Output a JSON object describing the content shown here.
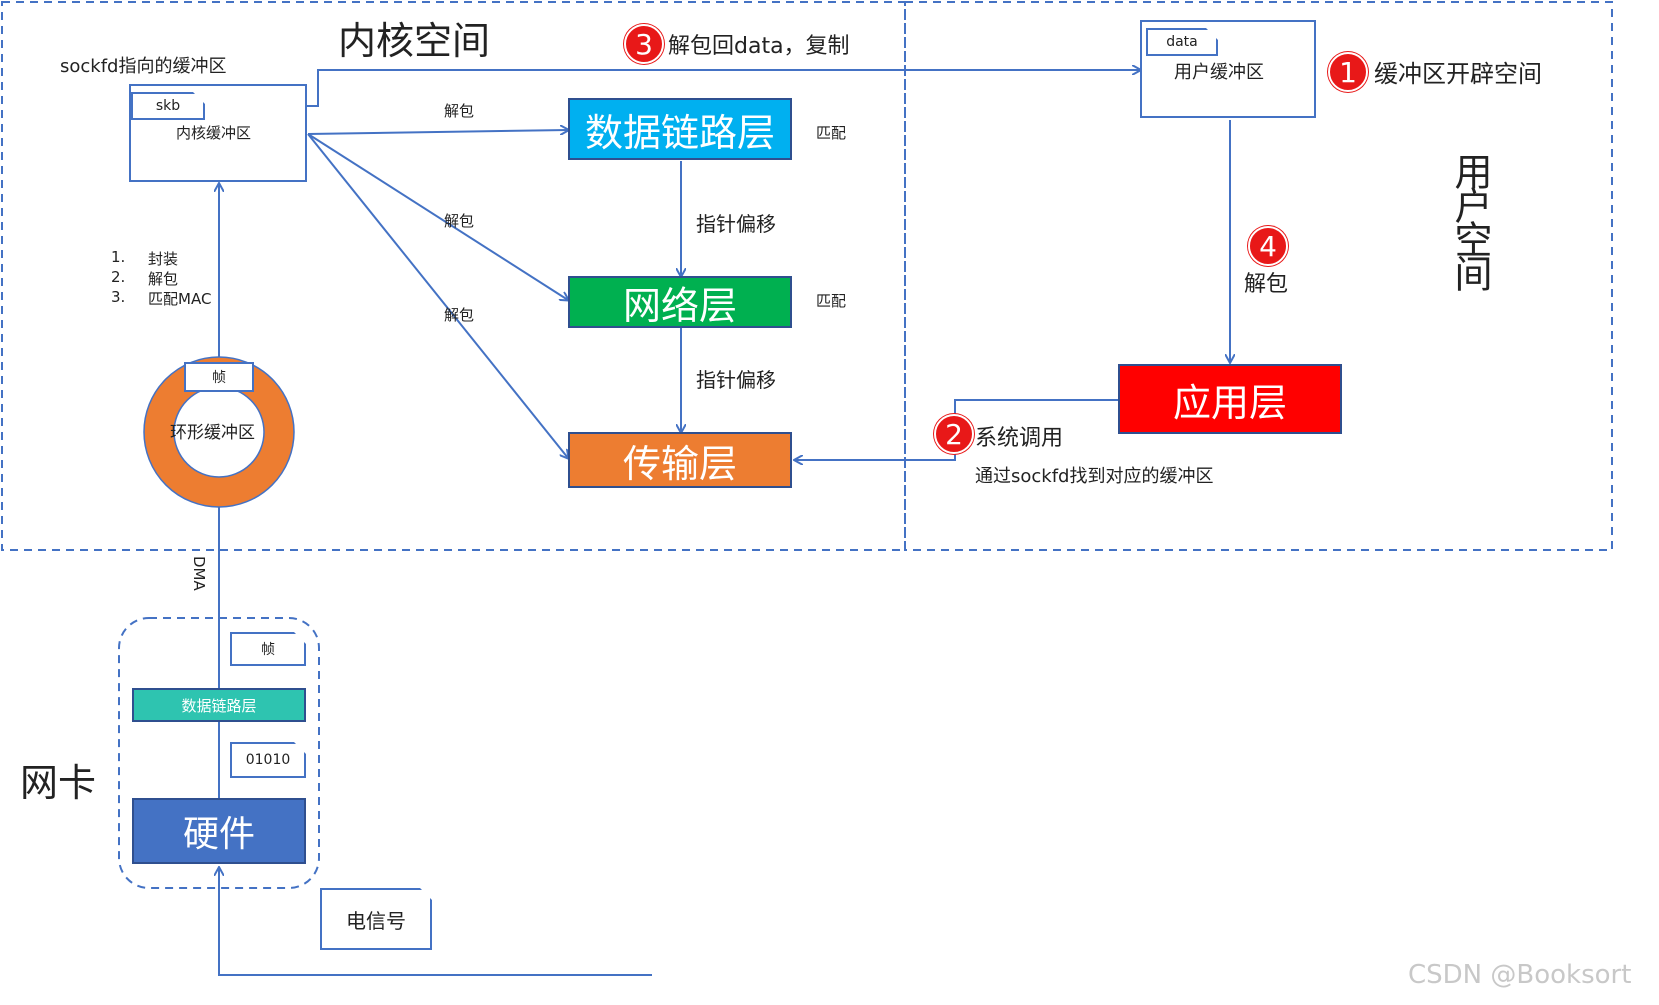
{
  "regions": {
    "kernel_title": "内核空间",
    "user_title": "用户空间",
    "nic_title": "网卡"
  },
  "kernel_buffer": {
    "caption": "sockfd指向的缓冲区",
    "tag": "skb",
    "label": "内核缓冲区"
  },
  "steps_list": [
    "1.",
    "封装",
    "2.",
    "解包",
    "3.",
    "匹配MAC"
  ],
  "ring_buffer": {
    "label": "环形缓冲区",
    "tag": "帧"
  },
  "dma_label": "DMA",
  "nic": {
    "frame_tag": "帧",
    "link_layer": "数据链路层",
    "bits_tag": "01010",
    "hardware": "硬件"
  },
  "signal_label": "电信号",
  "layers": {
    "data_link": "数据链路层",
    "network": "网络层",
    "transport": "传输层",
    "application": "应用层"
  },
  "colors": {
    "data_link": "#00b0f0",
    "network": "#00b050",
    "transport": "#ed7d31",
    "application": "#ff0000",
    "hardware": "#4472c4",
    "nic_link": "#2ec4b0",
    "ring": "#ed7d31",
    "line": "#4472c4",
    "badge": "#e81818"
  },
  "edge_labels": {
    "unpack1": "解包",
    "unpack2": "解包",
    "unpack3": "解包",
    "match1": "匹配",
    "match2": "匹配",
    "offset1": "指针偏移",
    "offset2": "指针偏移"
  },
  "user_buffer": {
    "tag": "data",
    "label": "用户缓冲区"
  },
  "steps": {
    "s1_num": "1",
    "s1_text": "缓冲区开辟空间",
    "s2_num": "2",
    "s2_text": "系统调用",
    "s2_sub": "通过sockfd找到对应的缓冲区",
    "s3_num": "3",
    "s3_text": "解包回data，复制",
    "s4_num": "4",
    "s4_text": "解包"
  },
  "watermark": "CSDN @Booksort"
}
